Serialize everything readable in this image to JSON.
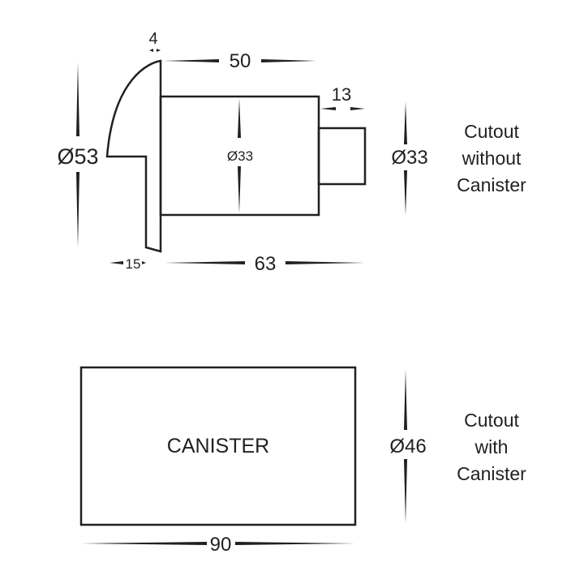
{
  "top_view": {
    "dim_flange_thickness": "4",
    "dim_body_length": "50",
    "dim_tail_length": "13",
    "dim_flange_diameter": "Ø53",
    "dim_body_diameter": "Ø33",
    "dim_flange_depth": "15",
    "dim_total_length": "63",
    "dim_cutout_diameter": "Ø33",
    "caption": [
      "Cutout",
      "without",
      "Canister"
    ]
  },
  "bottom_view": {
    "canister_label": "CANISTER",
    "dim_cutout_diameter": "Ø46",
    "dim_length": "90",
    "caption": [
      "Cutout",
      "with",
      "Canister"
    ]
  },
  "colors": {
    "ink": "#231f20",
    "background": "#ffffff"
  }
}
